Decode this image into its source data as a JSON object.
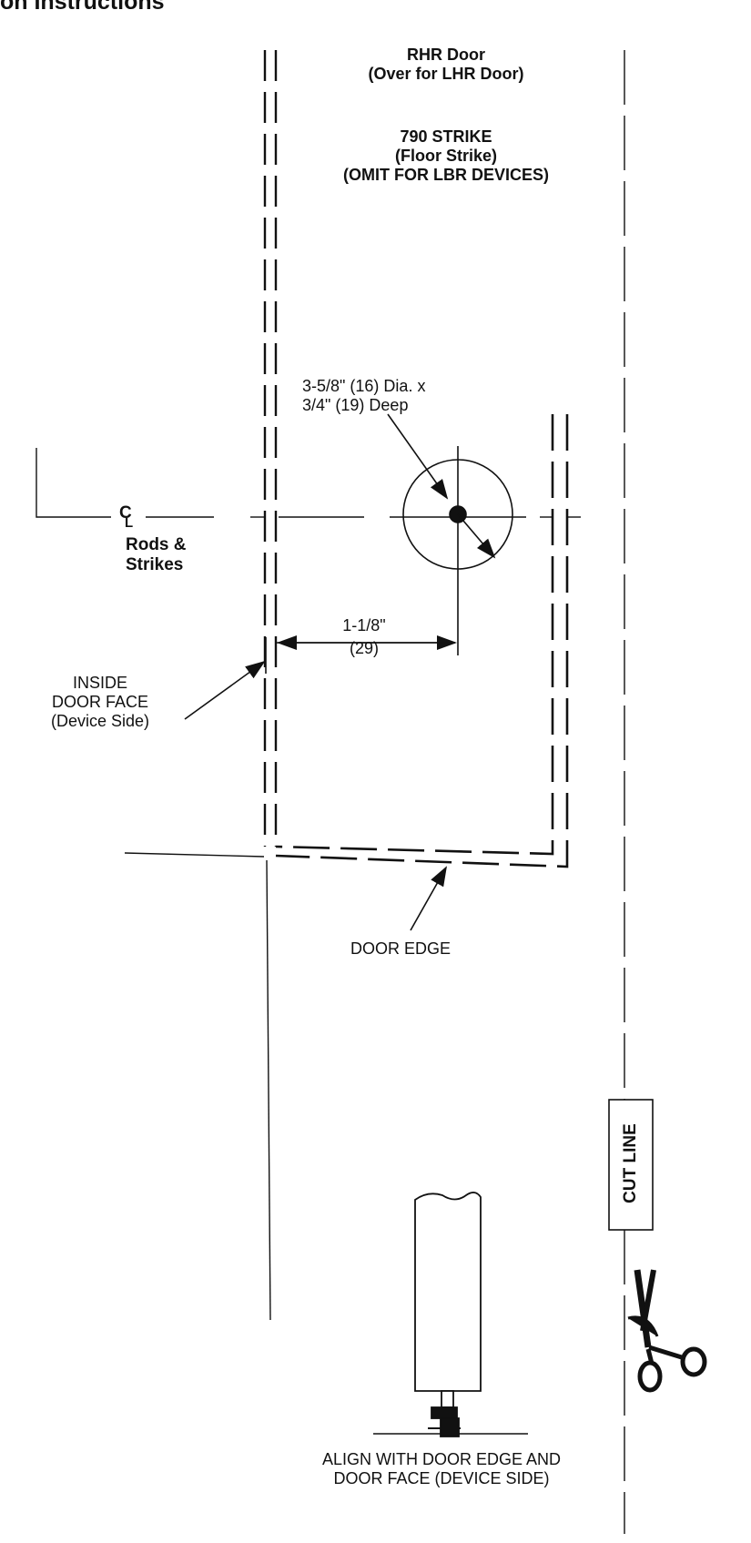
{
  "header": {
    "title_fragment": "on Instructions"
  },
  "labels": {
    "door_type_line1": "RHR Door",
    "door_type_line2": "(Over for LHR Door)",
    "strike_line1": "790 STRIKE",
    "strike_line2": "(Floor Strike)",
    "strike_line3": "(OMIT FOR LBR DEVICES)",
    "hole_spec_line1": "3-5/8\" (16) Dia. x",
    "hole_spec_line2": "3/4\" (19) Deep",
    "centerline_symbol": "C",
    "centerline_sub": "L",
    "rods_line1": "Rods &",
    "rods_line2": "Strikes",
    "offset_line1": "1-1/8\"",
    "offset_line2": "(29)",
    "inside_line1": "INSIDE",
    "inside_line2": "DOOR FACE",
    "inside_line3": "(Device Side)",
    "door_edge": "DOOR EDGE",
    "cut_line": "CUT LINE",
    "align_line1": "ALIGN WITH DOOR EDGE AND",
    "align_line2": "DOOR FACE (DEVICE SIDE)"
  },
  "icons": {
    "scissors": "scissors-icon"
  }
}
